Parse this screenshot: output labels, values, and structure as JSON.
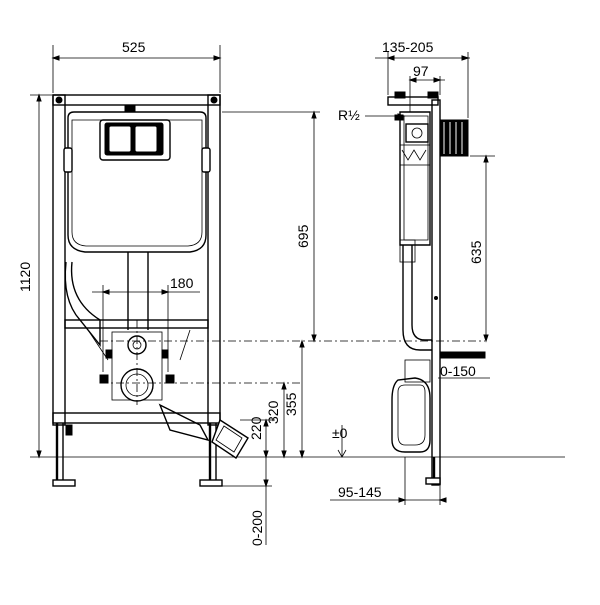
{
  "diagram": {
    "front_view": {
      "dim_width": "525",
      "dim_height_total": "1120",
      "dim_flush_top": "695",
      "dim_pipe_spacing": "180",
      "dim_inlet_height": "355",
      "dim_outlet_height_320": "320",
      "dim_outlet_height_220": "220",
      "dim_leg_adjust": "0-200"
    },
    "side_view": {
      "dim_depth_range": "135-205",
      "dim_depth": "97",
      "dim_thread": "R½",
      "dim_side_height": "635",
      "dim_connector_range": "0-150",
      "dim_floor_level": "±0",
      "dim_bottom_range": "95-145"
    }
  }
}
